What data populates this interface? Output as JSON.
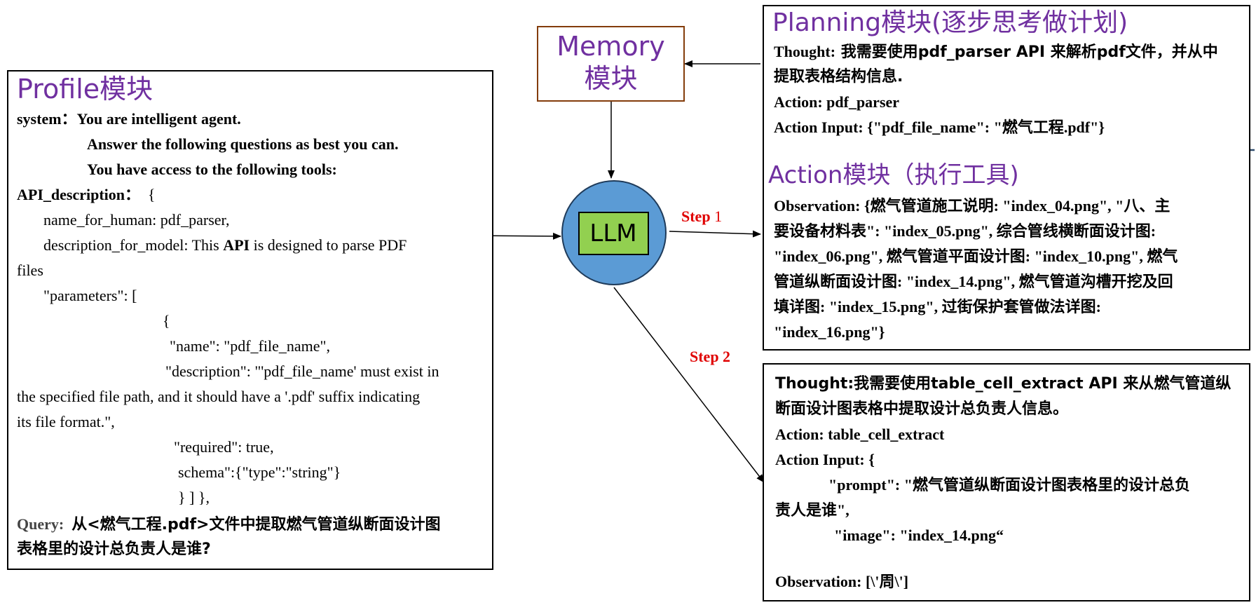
{
  "profile": {
    "title": "Profile模块",
    "system_label": "system：",
    "system_lines": [
      "You are  intelligent agent.",
      "Answer the following questions as best you can.",
      "You have access to the following tools:"
    ],
    "api_label": "API_description：",
    "api_open": "{",
    "name_for_human": "name_for_human:  pdf_parser,",
    "desc_pre": "description_for_model: This ",
    "desc_api": "API",
    "desc_post": " is designed to parse PDF",
    "desc_cont": "files",
    "parameters": "\"parameters\": [",
    "brace_open": "{",
    "param_name": "\"name\": \"pdf_file_name\",",
    "param_desc1": "\"description\": \"'pdf_file_name' must exist in",
    "param_desc2": "the specified file path, and it should have a '.pdf' suffix indicating",
    "param_desc3": "its file format.\",",
    "required": "\"required\": true,",
    "schema": "schema\":{\"type\":\"string\"}",
    "closing": "}  ] },",
    "query_label": "Query:",
    "query_text1": "从<燃气工程.pdf>文件中提取燃气管道纵断面设计图",
    "query_text2": "表格里的设计总负责人是谁?"
  },
  "memory": {
    "line1": "Memory",
    "line2": "模块"
  },
  "llm": {
    "label": "LLM"
  },
  "planning": {
    "title": "Planning模块(逐步思考做计划)",
    "thought_label": "Thought:",
    "thought_text1": " 我需要使用pdf_parser API 来解析pdf文件，并从中",
    "thought_text2": "提取表格结构信息.",
    "action": "Action: pdf_parser",
    "action_input": "Action Input: {\"pdf_file_name\": \"燃气工程.pdf\"}"
  },
  "action_module": {
    "title": "Action模块（执行工具)",
    "obs_lines": [
      "Observation: {燃气管道施工说明: \"index_04.png\", \"八、主",
      "要设备材料表\": \"index_05.png\", 综合管线横断面设计图:",
      "\"index_06.png\", 燃气管道平面设计图: \"index_10.png\", 燃气",
      "管道纵断面设计图: \"index_14.png\", 燃气管道沟槽开挖及回",
      "填详图: \"index_15.png\", 过街保护套管做法详图:",
      "\"index_16.png\"}"
    ]
  },
  "step2_box": {
    "thought1": "Thought:我需要使用table_cell_extract API 来从燃气管道纵",
    "thought2": "断面设计图表格中提取设计总负责人信息。",
    "action": "Action: table_cell_extract",
    "action_input": "Action Input: {",
    "prompt1": "\"prompt\": \"燃气管道纵断面设计图表格里的设计总负",
    "prompt2": "责人是谁\",",
    "image": "\"image\": \"index_14.png“",
    "observation": "Observation: [\\'周\\']"
  },
  "steps": {
    "step1_label": "Step",
    "step1_num": "1",
    "step2_label": "Step 2"
  }
}
